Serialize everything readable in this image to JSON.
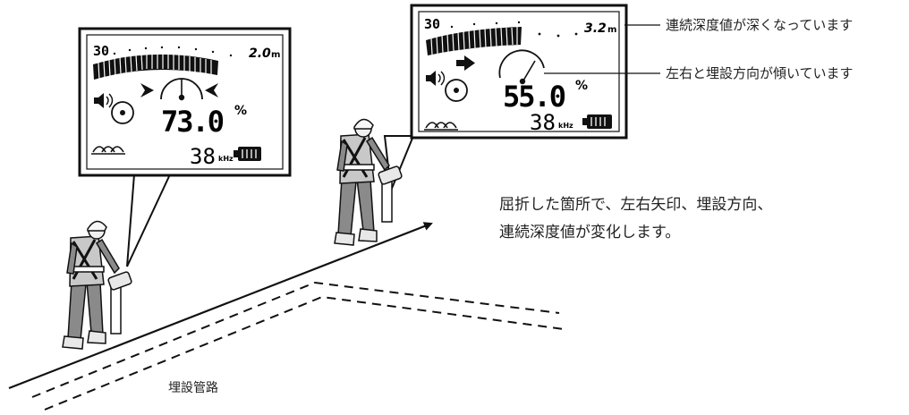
{
  "left_display": {
    "scale_left": "30",
    "depth_value": "2.0",
    "depth_unit": "m",
    "current_value": "73.0",
    "percent": "%",
    "frequency": "38",
    "freq_unit": "kHz"
  },
  "right_display": {
    "scale_left": "30",
    "depth_value": "3.2",
    "depth_unit": "m",
    "current_value": "55.0",
    "percent": "%",
    "frequency": "38",
    "freq_unit": "kHz"
  },
  "callouts": {
    "depth_note": "連続深度値が深くなっています",
    "angle_note": "左右と埋設方向が傾いています"
  },
  "description": {
    "line1": "屈折した箇所で、左右矢印、埋設方向、",
    "line2": "連続深度値が変化します。"
  },
  "pipe_label": "埋設管路",
  "colors": {
    "ink": "#111111",
    "vest": "#c8c8c8",
    "clothing": "#8a8a8a",
    "helmet": "#f4f4f4"
  }
}
